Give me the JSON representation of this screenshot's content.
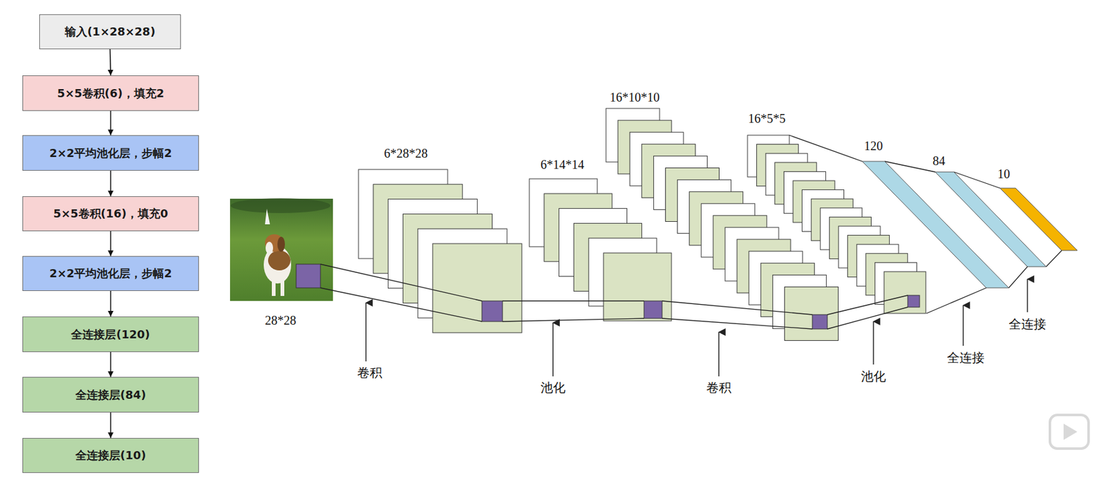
{
  "diagram": {
    "nodes": [
      {
        "text": [
          "输入(1×28×28)"
        ]
      },
      {
        "text": [
          "5×5卷积(6)，填充2"
        ]
      },
      {
        "text": [
          "2×2平均池化层，步幅2"
        ]
      },
      {
        "text": [
          "5×5卷积(16)，填充0"
        ]
      },
      {
        "text": [
          "2×2平均池化层，步幅2"
        ]
      },
      {
        "text": [
          "全连接层(120)"
        ]
      },
      {
        "text": [
          "全连接层(84)"
        ]
      },
      {
        "text": [
          "全连接层(10)"
        ]
      }
    ],
    "edges": [
      {
        "from": 0,
        "to": 1,
        "arrow": "to"
      },
      {
        "from": 1,
        "to": 2,
        "arrow": "to"
      },
      {
        "from": 2,
        "to": 3,
        "arrow": "to"
      },
      {
        "from": 3,
        "to": 4,
        "arrow": "to"
      },
      {
        "from": 4,
        "to": 5,
        "arrow": "to"
      },
      {
        "from": 5,
        "to": 6,
        "arrow": "to"
      },
      {
        "from": 6,
        "to": 7,
        "arrow": "to"
      }
    ],
    "labels": [
      "28*28",
      "6*28*28",
      "6*14*14",
      "16*10*10",
      "16*5*5",
      "120",
      "84",
      "10",
      "卷积",
      "池化",
      "卷积",
      "池化",
      "全连接",
      "全连接"
    ]
  }
}
